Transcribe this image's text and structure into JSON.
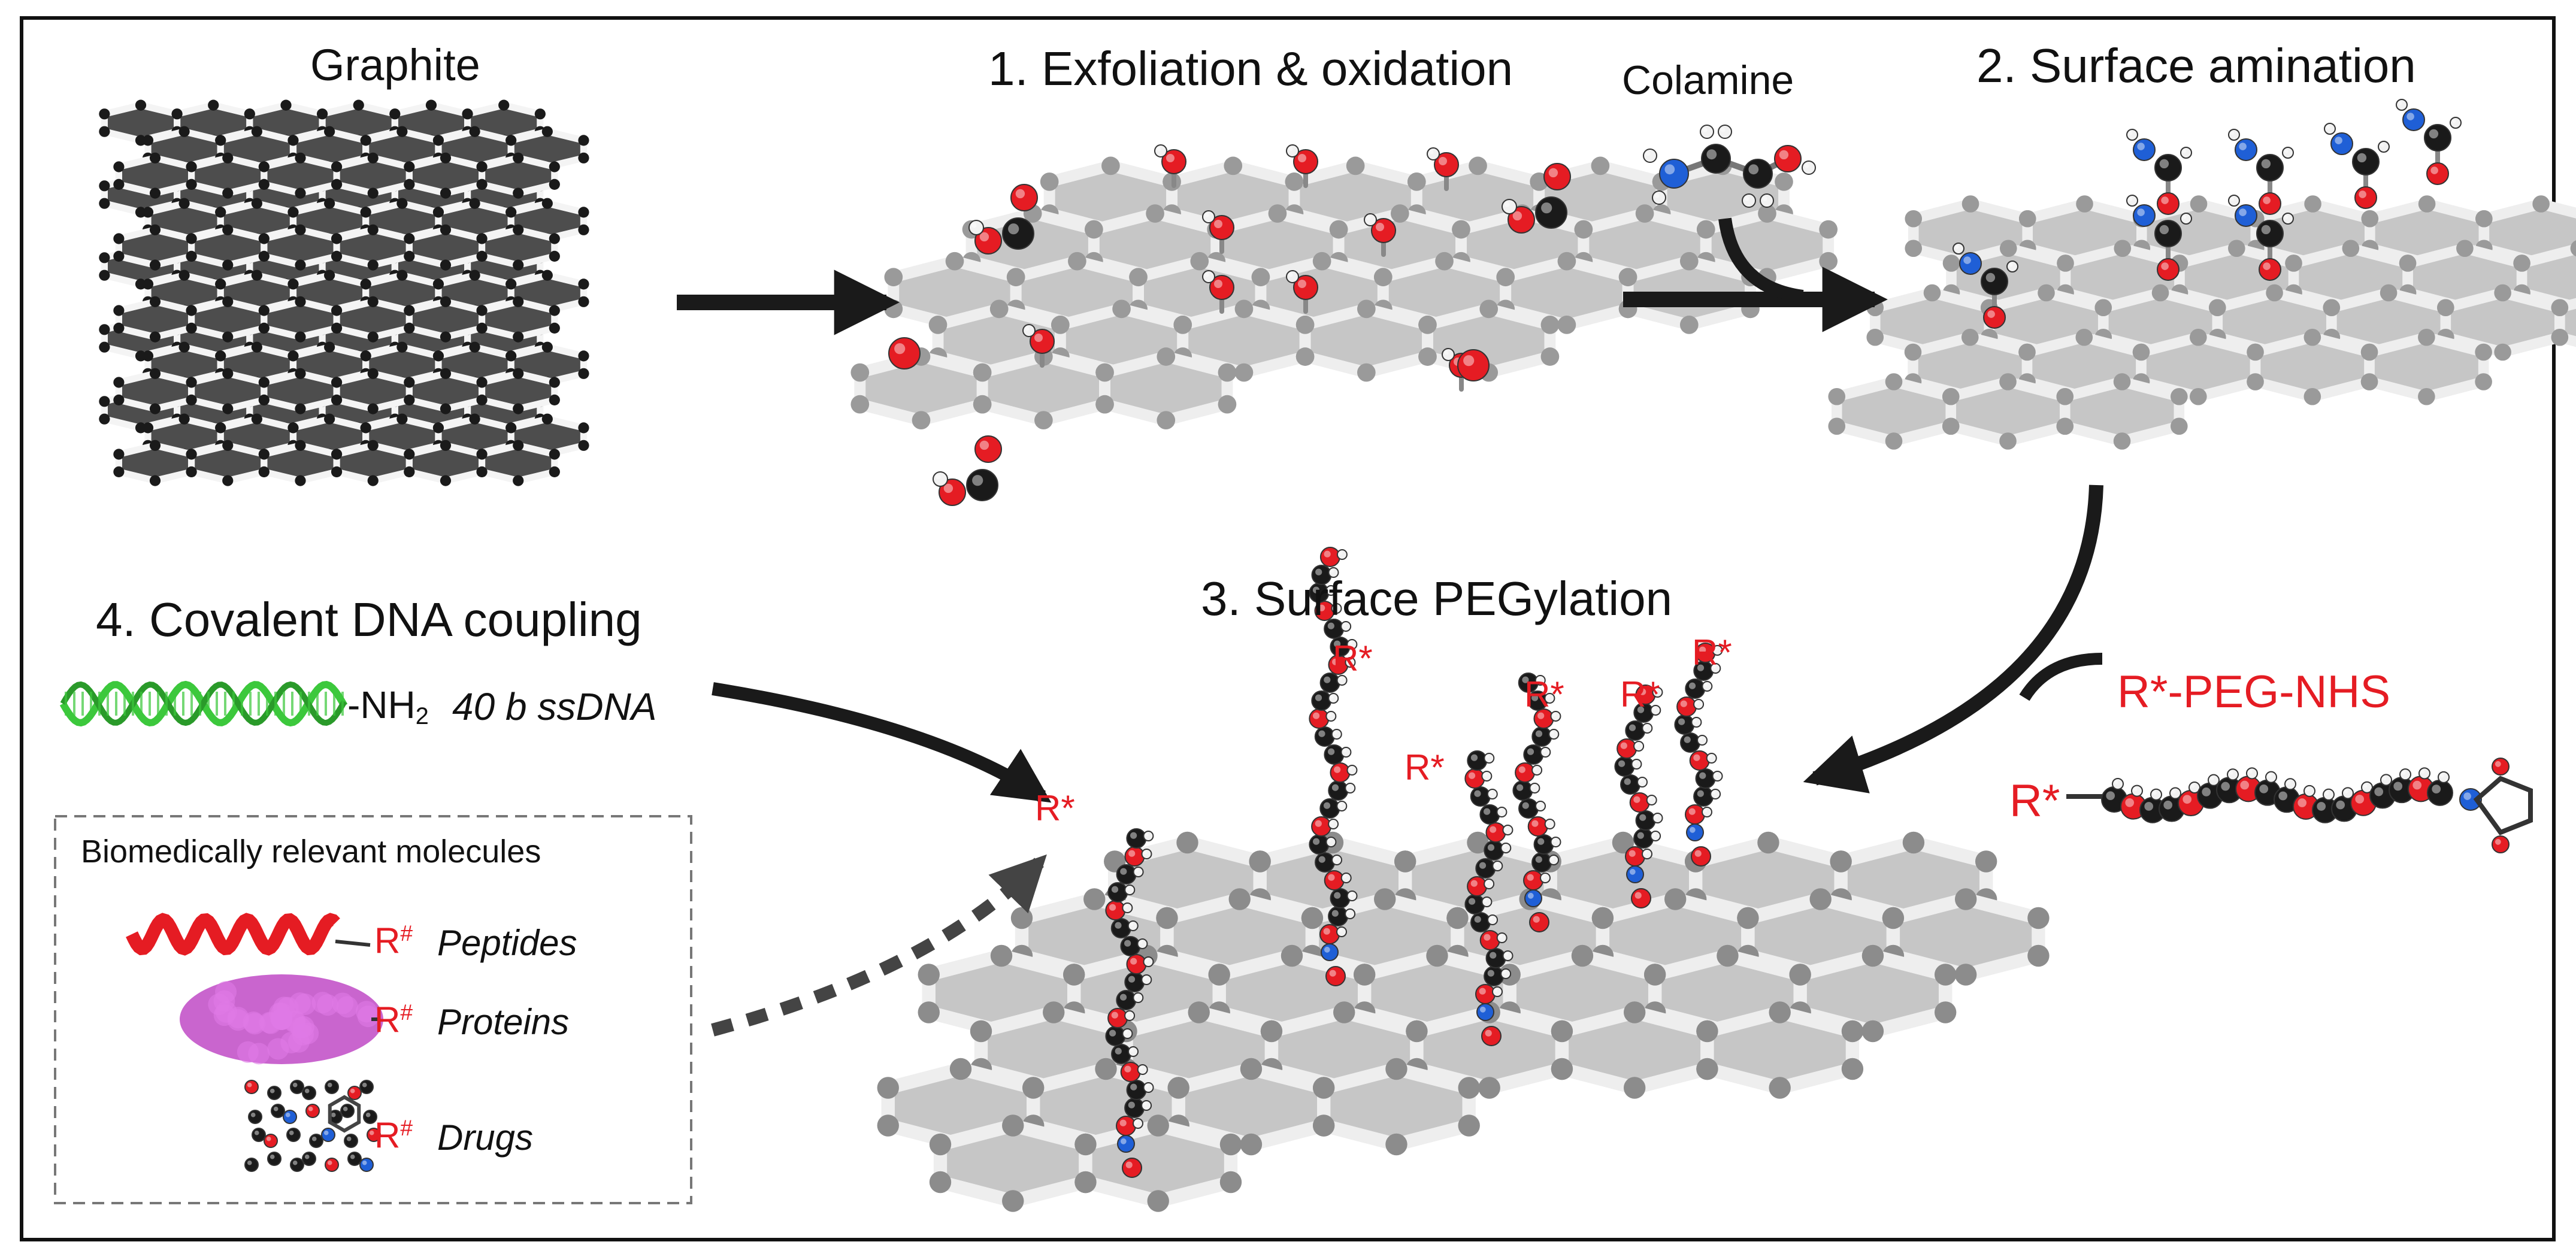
{
  "labels": {
    "graphite": "Graphite",
    "step1": "1. Exfoliation & oxidation",
    "colamine": "Colamine",
    "step2": "2. Surface amination",
    "step3": "3. Surface PEGylation",
    "step4": "4. Covalent DNA coupling",
    "nh2": "-NH",
    "nh2_sub": "2",
    "ssdna": "40 b ssDNA",
    "peg_reagent": "R*-PEG-NHS",
    "r_star": "R*",
    "r_hash": "R",
    "hash": "#",
    "box_title": "Biomedically relevant molecules",
    "peptides": "Peptides",
    "proteins": "Proteins",
    "drugs": "Drugs"
  },
  "colors": {
    "sheet_dark": "#4d4d4d",
    "sheet_light": "#c6c6c6",
    "atom_dark": "#1a1a1a",
    "oxygen": "#e51c23",
    "nitrogen": "#1f5fd6",
    "hydrogen": "#f2f2f2",
    "dna": "#3cc83c",
    "peptide": "#e51c23",
    "protein": "#c04ac6",
    "arrow": "#1a1a1a",
    "accent_text": "#e51c23"
  }
}
